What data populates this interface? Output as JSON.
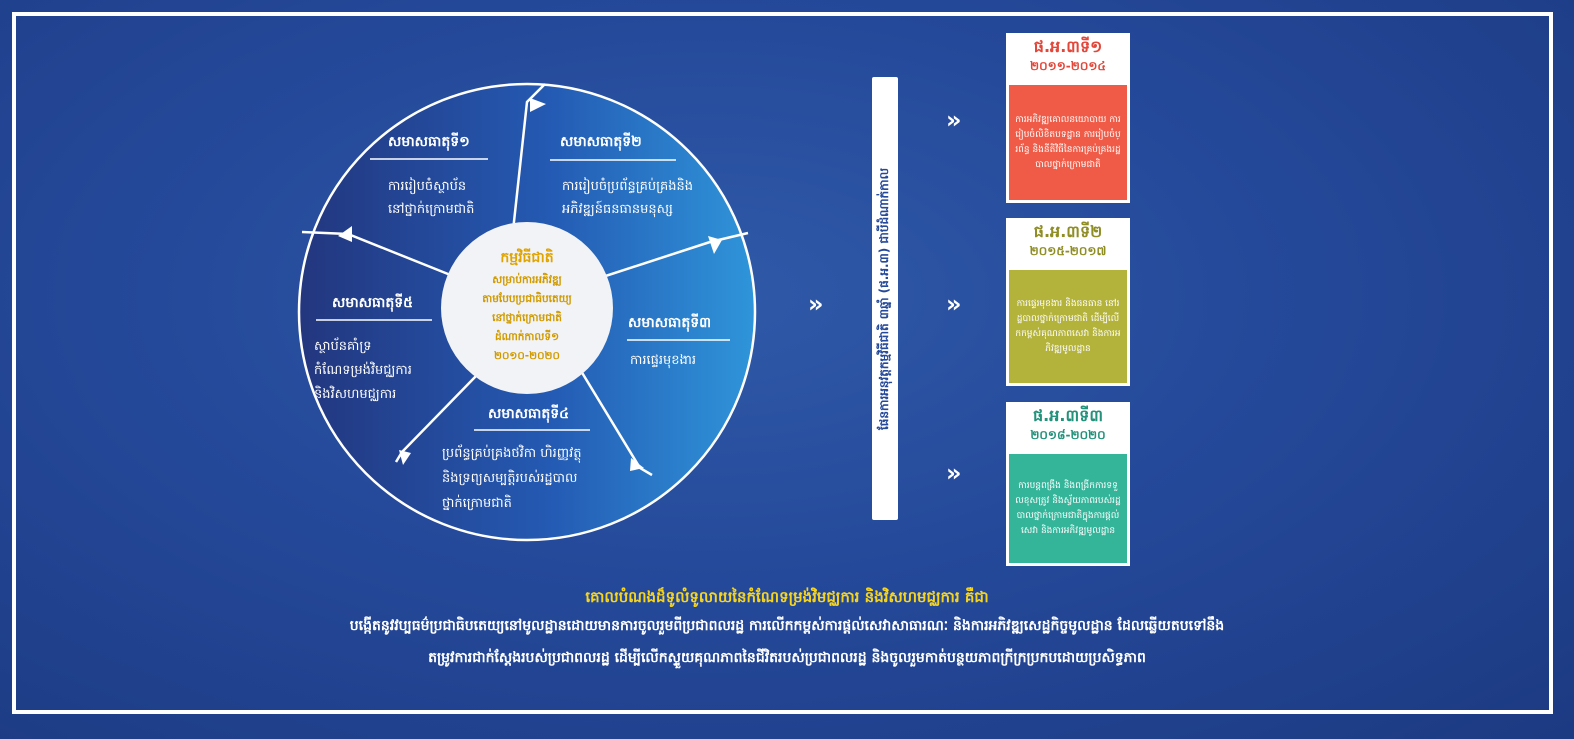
{
  "hub": {
    "title": "កម្មវិធីជាតិ",
    "lines": [
      "សម្រាប់ការអភិវឌ្ឍ",
      "តាមបែបប្រជាធិបតេយ្យ",
      "នៅថ្នាក់ក្រោមជាតិ",
      "ដំណាក់កាលទី១",
      "២០១០-២០២០"
    ]
  },
  "segments": [
    {
      "title": "សមាសធាតុទី១",
      "body": [
        "ការរៀបចំស្ថាប័ន",
        "នៅថ្នាក់ក្រោមជាតិ"
      ]
    },
    {
      "title": "សមាសធាតុទី២",
      "body": [
        "ការរៀបចំប្រព័ន្ធគ្រប់គ្រងនិង",
        "អភិវឌ្ឍន៍ធនធានមនុស្ស"
      ]
    },
    {
      "title": "សមាសធាតុទី៣",
      "body": [
        "ការផ្ទេរមុខងារ"
      ]
    },
    {
      "title": "សមាសធាតុទី៤",
      "body": [
        "ប្រព័ន្ធគ្រប់គ្រងថវិកា ហិរញ្ញវត្ថុ",
        "និងទ្រព្យសម្បត្តិរបស់រដ្ឋបាល",
        "ថ្នាក់ក្រោមជាតិ"
      ]
    },
    {
      "title": "សមាសធាតុទី៥",
      "body": [
        "ស្ថាប័នគាំទ្រ",
        "កំណែទម្រង់វិមជ្ឈការ",
        "និងវិសហមជ្ឈការ"
      ]
    }
  ],
  "vbar_text": "ផែនការអនុវត្តកម្មវិធីជាតិ ៣ឆ្នាំ (ផ.អ.៣) ជាបីដំណាក់កាល",
  "chevron": "»",
  "cards": [
    {
      "title": "ផ.អ.៣ទី១",
      "years": "២០១១-២០១៤",
      "color": "#ef5b47",
      "body": "ការអភិវឌ្ឍគោលនយោបាយ ការរៀបចំលិខិតបទដ្ឋាន ការរៀបចំប្រព័ន្ធ និងនីតិវិធីនៃការគ្រប់គ្រងរដ្ឋបាលថ្នាក់ក្រោមជាតិ"
    },
    {
      "title": "ផ.អ.៣ទី២",
      "years": "២០១៥-២០១៧",
      "color": "#b3b23a",
      "body": "ការផ្ទេរមុខងារ និងធនធាន នៅរដ្ឋបាលថ្នាក់ក្រោមជាតិ ដើម្បីលើកកម្ពស់គុណភាពសេវា និងការអភិវឌ្ឍមូលដ្ឋាន"
    },
    {
      "title": "ផ.អ.៣ទី៣",
      "years": "២០១៨-២០២០",
      "color": "#34b59a",
      "body": "ការបន្តពង្រឹង និងពង្រីកការទទួលខុសត្រូវ និងស្វ័យភាពរបស់រដ្ឋបាលថ្នាក់ក្រោមជាតិក្នុងការផ្តល់សេវា និងការអភិវឌ្ឍមូលដ្ឋាន"
    }
  ],
  "footer": {
    "line1": "គោលបំណងដ៏ទូលំទូលាយនៃកំណែទម្រង់វិមជ្ឈការ និងវិសហមជ្ឈការ គឺជា",
    "line2": "បង្កើតនូវវប្បធម៌ប្រជាធិបតេយ្យនៅមូលដ្ឋានដោយមានការចូលរួមពីប្រជាពលរដ្ឋ ការលើកកម្ពស់ការផ្តល់សេវាសាធារណៈ និងការអភិវឌ្ឍសេដ្ឋកិច្ចមូលដ្ឋាន ដែលឆ្លើយតបទៅនឹង",
    "line3": "តម្រូវការជាក់ស្តែងរបស់ប្រជាពលរដ្ឋ ដើម្បីលើកស្ទួយគុណភាពនៃជីវិតរបស់ប្រជាពលរដ្ឋ និងចូលរួមកាត់បន្ថយភាពក្រីក្រប្រកបដោយប្រសិទ្ធភាព"
  },
  "colors": {
    "background": "#25499a",
    "wheel_light": "#2f8fd6",
    "wheel_dark": "#23367e",
    "hub_fill": "#f1f3f6",
    "hub_text": "#e0a400",
    "footer_highlight": "#f7d51d"
  }
}
